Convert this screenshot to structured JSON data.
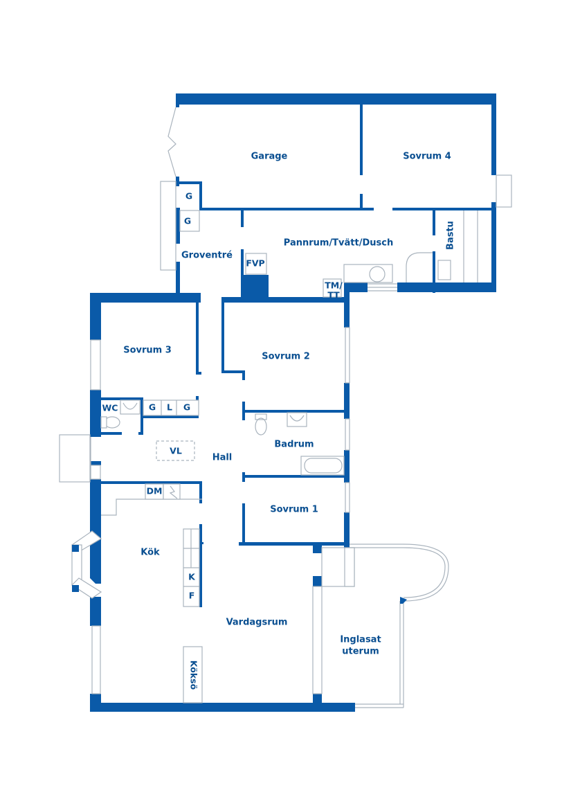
{
  "floorplan": {
    "accent_color": "#0a5aa8",
    "fixture_color": "#a9b3bd",
    "rooms": {
      "garage": "Garage",
      "sovrum4": "Sovrum 4",
      "groventre": "Groventré",
      "pannrum": "Pannrum/Tvätt/Dusch",
      "bastu": "Bastu",
      "sovrum3": "Sovrum 3",
      "sovrum2": "Sovrum 2",
      "badrum": "Badrum",
      "hall": "Hall",
      "sovrum1": "Sovrum 1",
      "kok": "Kök",
      "vardagsrum": "Vardagsrum",
      "inglasat_line1": "Inglasat",
      "inglasat_line2": "uterum"
    },
    "fixtures": {
      "g_garage": "G",
      "g_groventre": "G",
      "fvp": "FVP",
      "tm_line1": "TM/",
      "tm_line2": "TT",
      "wc": "WC",
      "closet_g1": "G",
      "closet_l": "L",
      "closet_g2": "G",
      "vl": "VL",
      "dm": "DM",
      "k": "K",
      "f": "F",
      "kokso": "Köksö"
    }
  }
}
